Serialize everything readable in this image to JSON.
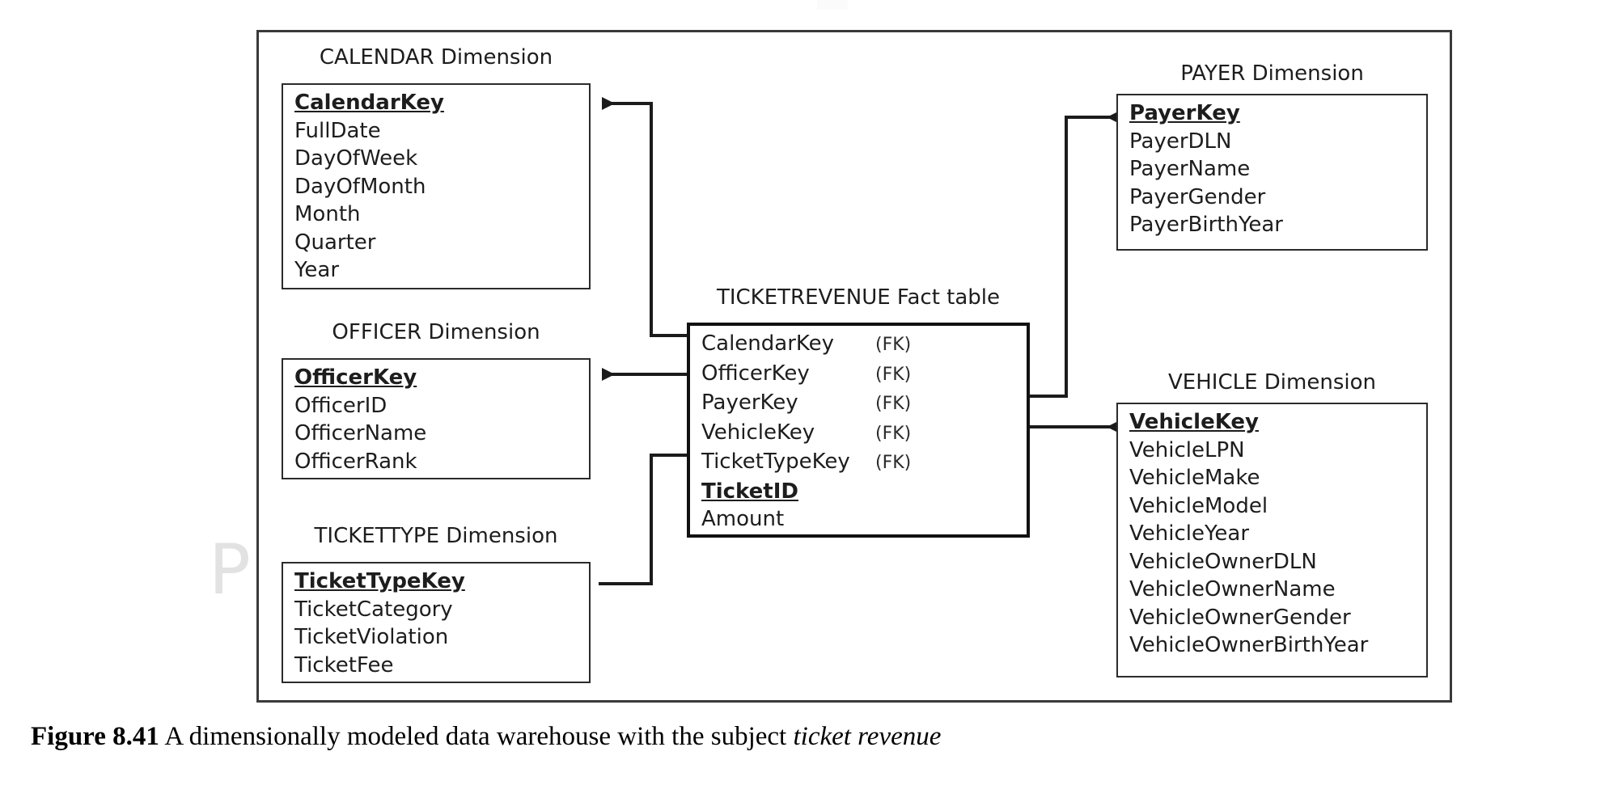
{
  "figure": {
    "caption_label": "Figure 8.41",
    "caption_text": "A dimensionally modeled data warehouse with the subject",
    "caption_emphasis": "ticket revenue",
    "watermark_text": "P"
  },
  "entities": {
    "calendar": {
      "title": "CALENDAR Dimension",
      "fields": [
        {
          "name": "CalendarKey",
          "key": true,
          "fk": ""
        },
        {
          "name": "FullDate",
          "key": false,
          "fk": ""
        },
        {
          "name": "DayOfWeek",
          "key": false,
          "fk": ""
        },
        {
          "name": "DayOfMonth",
          "key": false,
          "fk": ""
        },
        {
          "name": "Month",
          "key": false,
          "fk": ""
        },
        {
          "name": "Quarter",
          "key": false,
          "fk": ""
        },
        {
          "name": "Year",
          "key": false,
          "fk": ""
        }
      ]
    },
    "officer": {
      "title": "OFFICER Dimension",
      "fields": [
        {
          "name": "OfficerKey",
          "key": true,
          "fk": ""
        },
        {
          "name": "OfficerID",
          "key": false,
          "fk": ""
        },
        {
          "name": "OfficerName",
          "key": false,
          "fk": ""
        },
        {
          "name": "OfficerRank",
          "key": false,
          "fk": ""
        }
      ]
    },
    "tickettype": {
      "title": "TICKETTYPE Dimension",
      "fields": [
        {
          "name": "TicketTypeKey",
          "key": true,
          "fk": ""
        },
        {
          "name": "TicketCategory",
          "key": false,
          "fk": ""
        },
        {
          "name": "TicketViolation",
          "key": false,
          "fk": ""
        },
        {
          "name": "TicketFee",
          "key": false,
          "fk": ""
        }
      ]
    },
    "fact": {
      "title": "TICKETREVENUE Fact table",
      "fields": [
        {
          "name": "CalendarKey",
          "key": false,
          "fk": "(FK)"
        },
        {
          "name": "OfficerKey",
          "key": false,
          "fk": "(FK)"
        },
        {
          "name": "PayerKey",
          "key": false,
          "fk": "(FK)"
        },
        {
          "name": "VehicleKey",
          "key": false,
          "fk": "(FK)"
        },
        {
          "name": "TicketTypeKey",
          "key": false,
          "fk": "(FK)"
        },
        {
          "name": "TicketID",
          "key": true,
          "fk": ""
        },
        {
          "name": "Amount",
          "key": false,
          "fk": ""
        }
      ]
    },
    "payer": {
      "title": "PAYER Dimension",
      "fields": [
        {
          "name": "PayerKey",
          "key": true,
          "fk": ""
        },
        {
          "name": "PayerDLN",
          "key": false,
          "fk": ""
        },
        {
          "name": "PayerName",
          "key": false,
          "fk": ""
        },
        {
          "name": "PayerGender",
          "key": false,
          "fk": ""
        },
        {
          "name": "PayerBirthYear",
          "key": false,
          "fk": ""
        }
      ]
    },
    "vehicle": {
      "title": "VEHICLE Dimension",
      "fields": [
        {
          "name": "VehicleKey",
          "key": true,
          "fk": ""
        },
        {
          "name": "VehicleLPN",
          "key": false,
          "fk": ""
        },
        {
          "name": "VehicleMake",
          "key": false,
          "fk": ""
        },
        {
          "name": "VehicleModel",
          "key": false,
          "fk": ""
        },
        {
          "name": "VehicleYear",
          "key": false,
          "fk": ""
        },
        {
          "name": "VehicleOwnerDLN",
          "key": false,
          "fk": ""
        },
        {
          "name": "VehicleOwnerName",
          "key": false,
          "fk": ""
        },
        {
          "name": "VehicleOwnerGender",
          "key": false,
          "fk": ""
        },
        {
          "name": "VehicleOwnerBirthYear",
          "key": false,
          "fk": ""
        }
      ]
    }
  },
  "relationships": [
    {
      "name": "fact-to-calendar",
      "from": "TICKETREVENUE.CalendarKey",
      "to": "CALENDAR.CalendarKey"
    },
    {
      "name": "fact-to-officer",
      "from": "TICKETREVENUE.OfficerKey",
      "to": "OFFICER.OfficerKey"
    },
    {
      "name": "fact-to-tickettype",
      "from": "TICKETREVENUE.TicketTypeKey",
      "to": "TICKETTYPE.TicketTypeKey"
    },
    {
      "name": "fact-to-payer",
      "from": "TICKETREVENUE.PayerKey",
      "to": "PAYER.PayerKey"
    },
    {
      "name": "fact-to-vehicle",
      "from": "TICKETREVENUE.VehicleKey",
      "to": "VEHICLE.VehicleKey"
    }
  ],
  "colors": {
    "line": "#2b2b2b",
    "fact_border": "#111111",
    "frame": "#3a3a3a",
    "text": "#1d1d1d",
    "watermark": "#e2e2e2"
  }
}
